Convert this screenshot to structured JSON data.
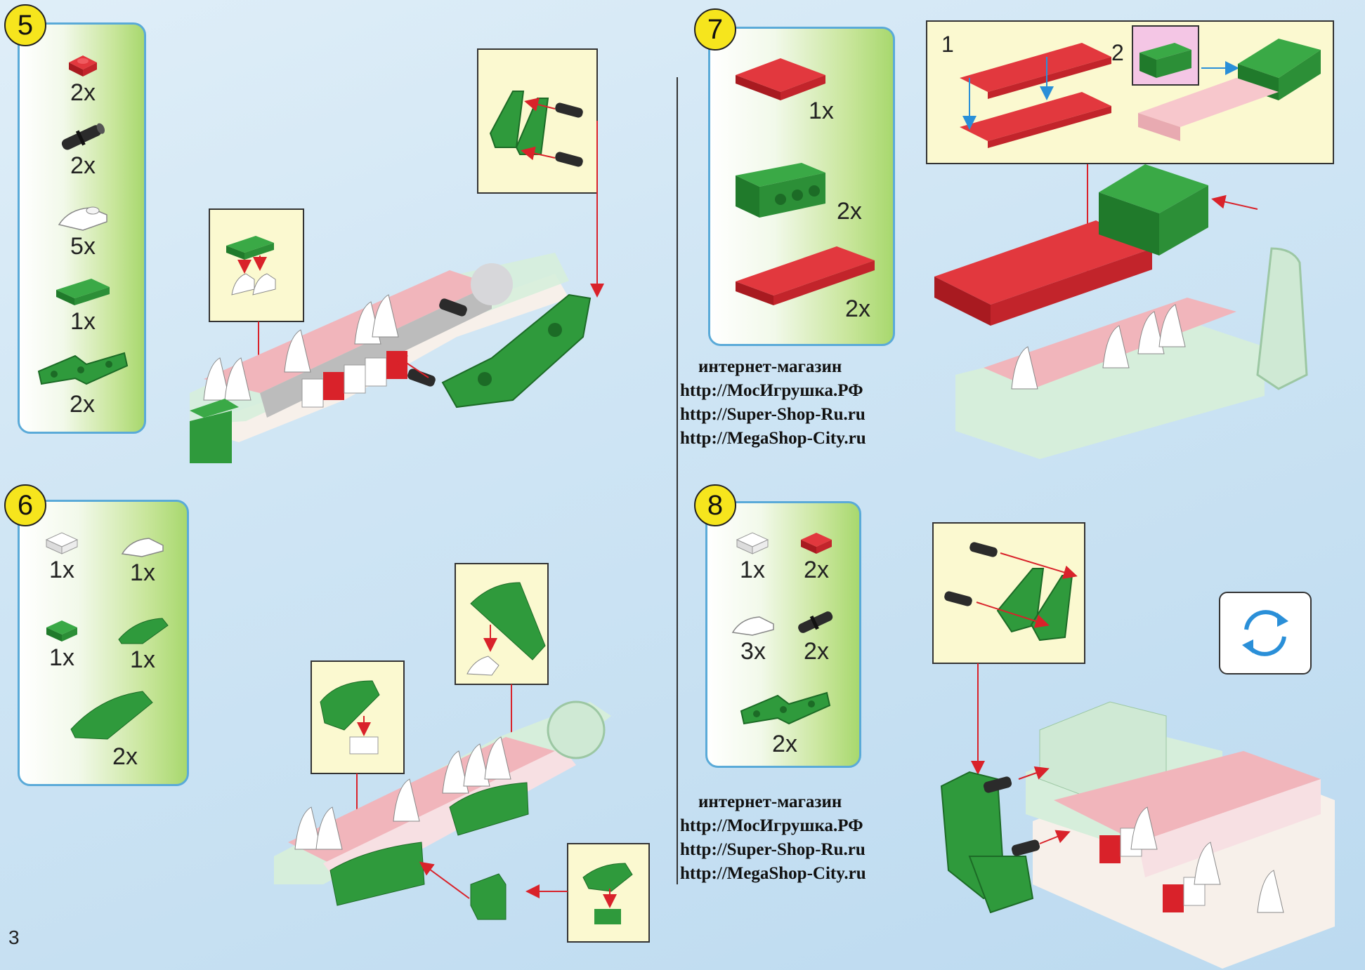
{
  "page": {
    "number": "3"
  },
  "steps": [
    {
      "number": "5",
      "parts": [
        "2x",
        "2x",
        "5x",
        "1x",
        "2x"
      ]
    },
    {
      "number": "6",
      "parts": [
        "1x",
        "1x",
        "1x",
        "1x",
        "2x"
      ]
    },
    {
      "number": "7",
      "parts": [
        "1x",
        "2x",
        "2x"
      ],
      "callout_labels": [
        "1",
        "2"
      ]
    },
    {
      "number": "8",
      "parts": [
        "1x",
        "2x",
        "3x",
        "2x",
        "2x"
      ]
    }
  ],
  "shop_block_1": {
    "title": "интернет-магазин",
    "lines": [
      "http://МосИгрушка.РФ",
      "http://Super-Shop-Ru.ru",
      "http://MegaShop-City.ru"
    ]
  },
  "shop_block_2": {
    "title": "интернет-магазин",
    "lines": [
      "http://МосИгрушка.РФ",
      "http://Super-Shop-Ru.ru",
      "http://MegaShop-City.ru"
    ]
  },
  "icons": {
    "rotate": "rotate-model-icon"
  },
  "colors": {
    "red": "#d9222a",
    "green": "#2f9a3c",
    "pink": "#f1b5bb",
    "light_green": "#bfe3c4",
    "white": "#ffffff",
    "black": "#222222",
    "callout_bg": "#fbf9d0",
    "badge": "#f6e51d"
  }
}
